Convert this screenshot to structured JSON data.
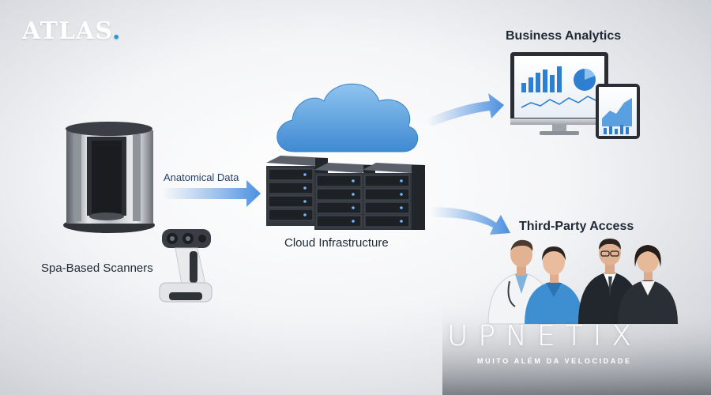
{
  "brand": {
    "name": "ATLAS",
    "dot": "."
  },
  "labels": {
    "business_analytics": "Business Analytics",
    "third_party_access": "Third-Party Access",
    "cloud_infrastructure": "Cloud Infrastructure",
    "anatomical_data": "Anatomical Data",
    "spa_scanners": "Spa-Based Scanners"
  },
  "watermark": {
    "name": "UPNETIX",
    "tagline": "MUITO ALÉM DA VELOCIDADE"
  },
  "colors": {
    "accent": "#1e9bd7",
    "arrow": "#5a9be0",
    "cloud": "#5fa2dd",
    "server": "#3b3f47"
  }
}
